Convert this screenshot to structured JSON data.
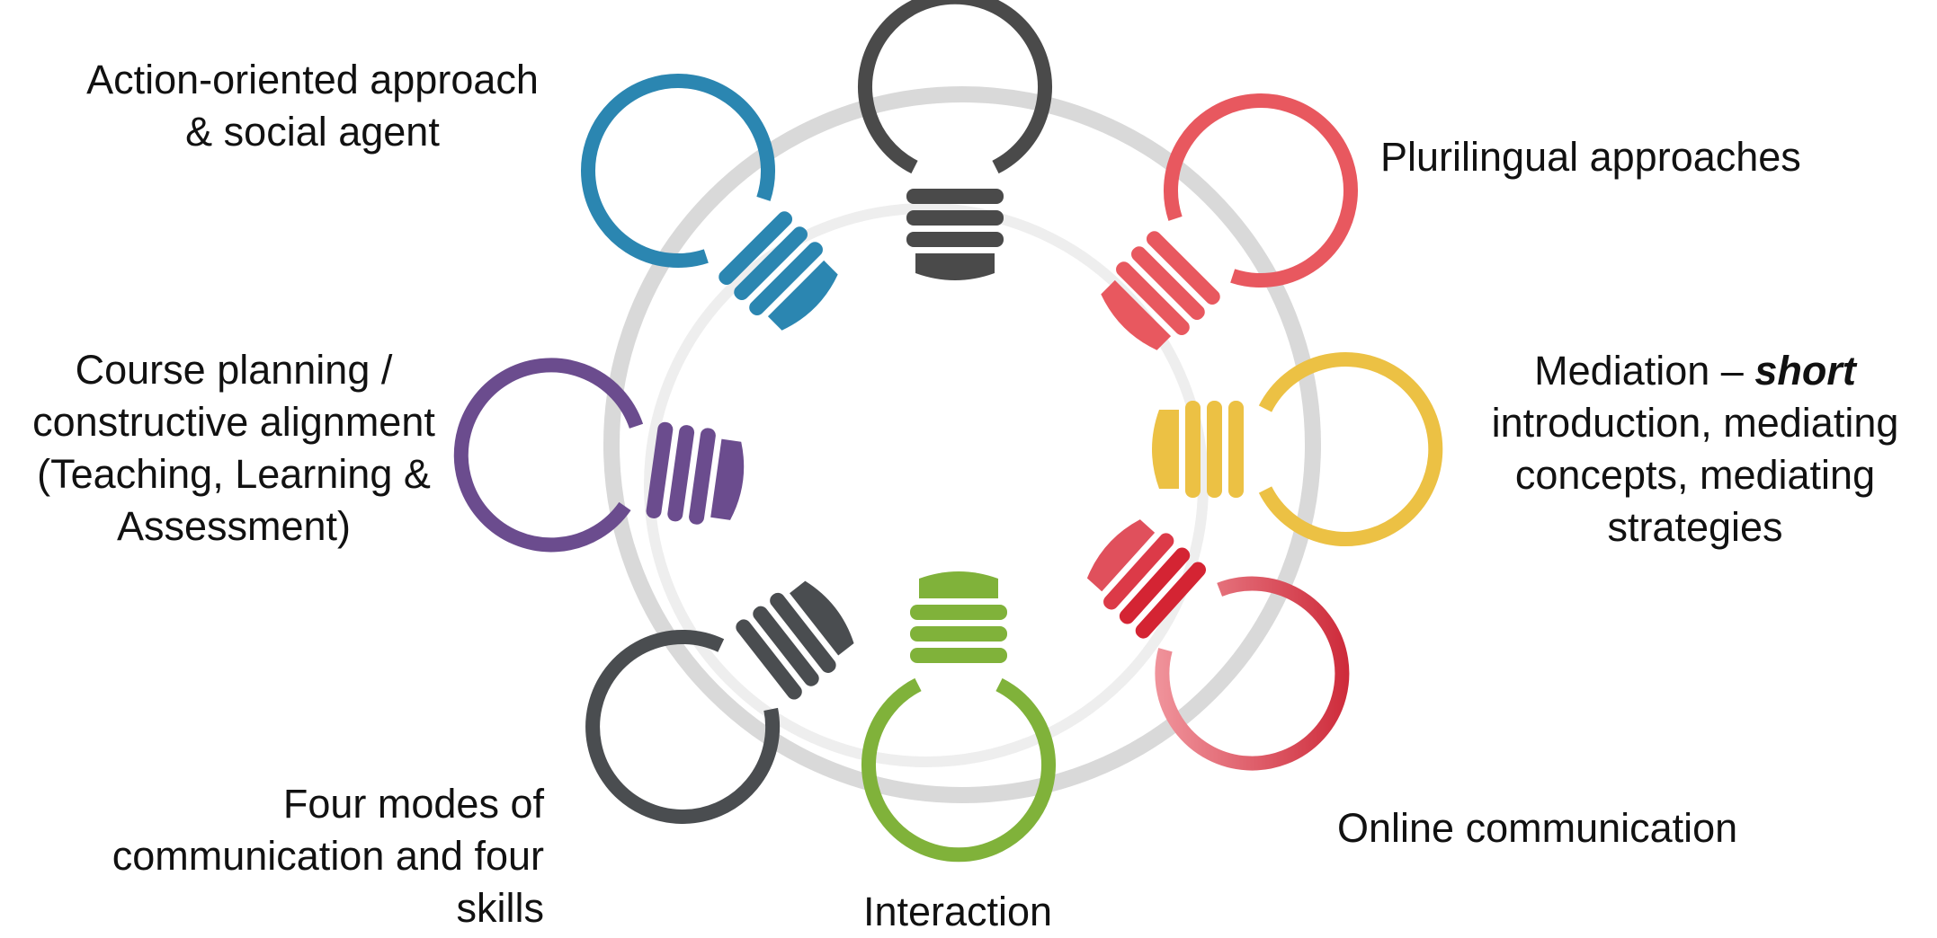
{
  "diagram": {
    "ring_color": "#d9d9d9",
    "inner_ring_color": "#eeeeee",
    "bulbs": [
      {
        "id": "top",
        "icon": "lightbulb-icon",
        "color": "#4a4a4a"
      },
      {
        "id": "upper-left",
        "icon": "lightbulb-icon",
        "color": "#2b86b1"
      },
      {
        "id": "upper-right",
        "icon": "lightbulb-icon",
        "color": "#e8585f"
      },
      {
        "id": "left",
        "icon": "lightbulb-icon",
        "color": "#6b4c8e"
      },
      {
        "id": "right",
        "icon": "lightbulb-icon",
        "color": "#ecc144"
      },
      {
        "id": "lower-left",
        "icon": "lightbulb-icon",
        "color": "#4a4d50"
      },
      {
        "id": "bottom",
        "icon": "lightbulb-icon",
        "color": "#80b23a"
      },
      {
        "id": "lower-right",
        "icon": "lightbulb-icon",
        "color": "#d42433"
      }
    ],
    "labels": {
      "action": {
        "line1": "Action-oriented approach",
        "line2": "& social agent"
      },
      "course": {
        "line1": "Course planning /",
        "line2": "constructive alignment",
        "line3": "(Teaching, Learning &",
        "line4": "Assessment)"
      },
      "fourmodes": {
        "line1": "Four modes of",
        "line2": "communication and four",
        "line3": "skills"
      },
      "interaction": {
        "line1": "Interaction"
      },
      "plurilingual": {
        "line1": "Plurilingual approaches"
      },
      "mediation": {
        "line1_prefix": "Mediation – ",
        "line1_emph": "short",
        "line2": "introduction, mediating",
        "line3": "concepts, mediating",
        "line4": "strategies"
      },
      "online": {
        "line1": "Online communication"
      }
    }
  }
}
